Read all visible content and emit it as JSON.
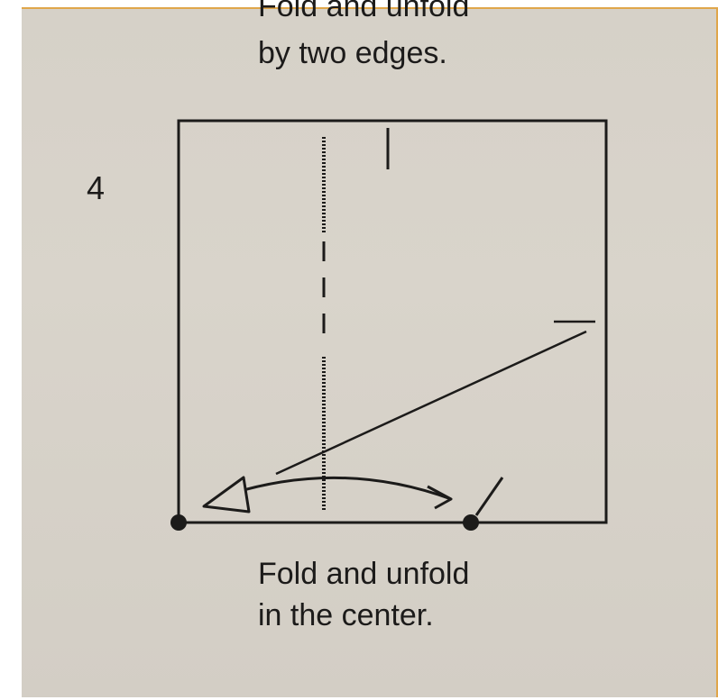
{
  "step": {
    "number": "4"
  },
  "instructions": {
    "previous_line_1": "Fold and unfold",
    "previous_line_2": "by two edges.",
    "current_line_1": "Fold and unfold",
    "current_line_2": "in the center."
  },
  "colors": {
    "paper": "#d7d2c9",
    "ink": "#1c1b1a",
    "frame_accent": "#e0a64a"
  }
}
